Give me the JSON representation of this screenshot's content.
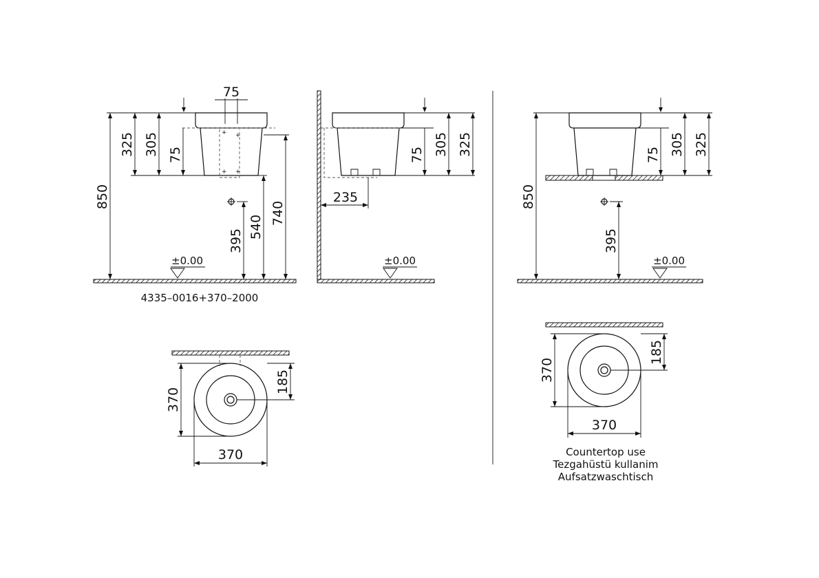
{
  "front_view": {
    "dims": {
      "w75": "75",
      "h325": "325",
      "h305": "305",
      "h75": "75",
      "h850": "850",
      "h395": "395",
      "h540": "540",
      "h740": "740"
    },
    "floor_label": "±0.00",
    "product_code": "4335–0016+370–2000"
  },
  "side_view": {
    "dims": {
      "h75": "75",
      "h305": "305",
      "h325": "325",
      "d235": "235"
    },
    "floor_label": "±0.00"
  },
  "countertop_view": {
    "dims": {
      "h75": "75",
      "h305": "305",
      "h325": "325",
      "h850": "850",
      "h395": "395"
    },
    "floor_label": "±0.00"
  },
  "plan_view_left": {
    "dims": {
      "d370_v": "370",
      "d185": "185",
      "d370_h": "370"
    }
  },
  "plan_view_right": {
    "dims": {
      "d370_v": "370",
      "d185": "185",
      "d370_h": "370"
    }
  },
  "caption": {
    "line1": "Countertop use",
    "line2": "Tezgahüstü kullanim",
    "line3": "Aufsatzwaschtisch"
  }
}
